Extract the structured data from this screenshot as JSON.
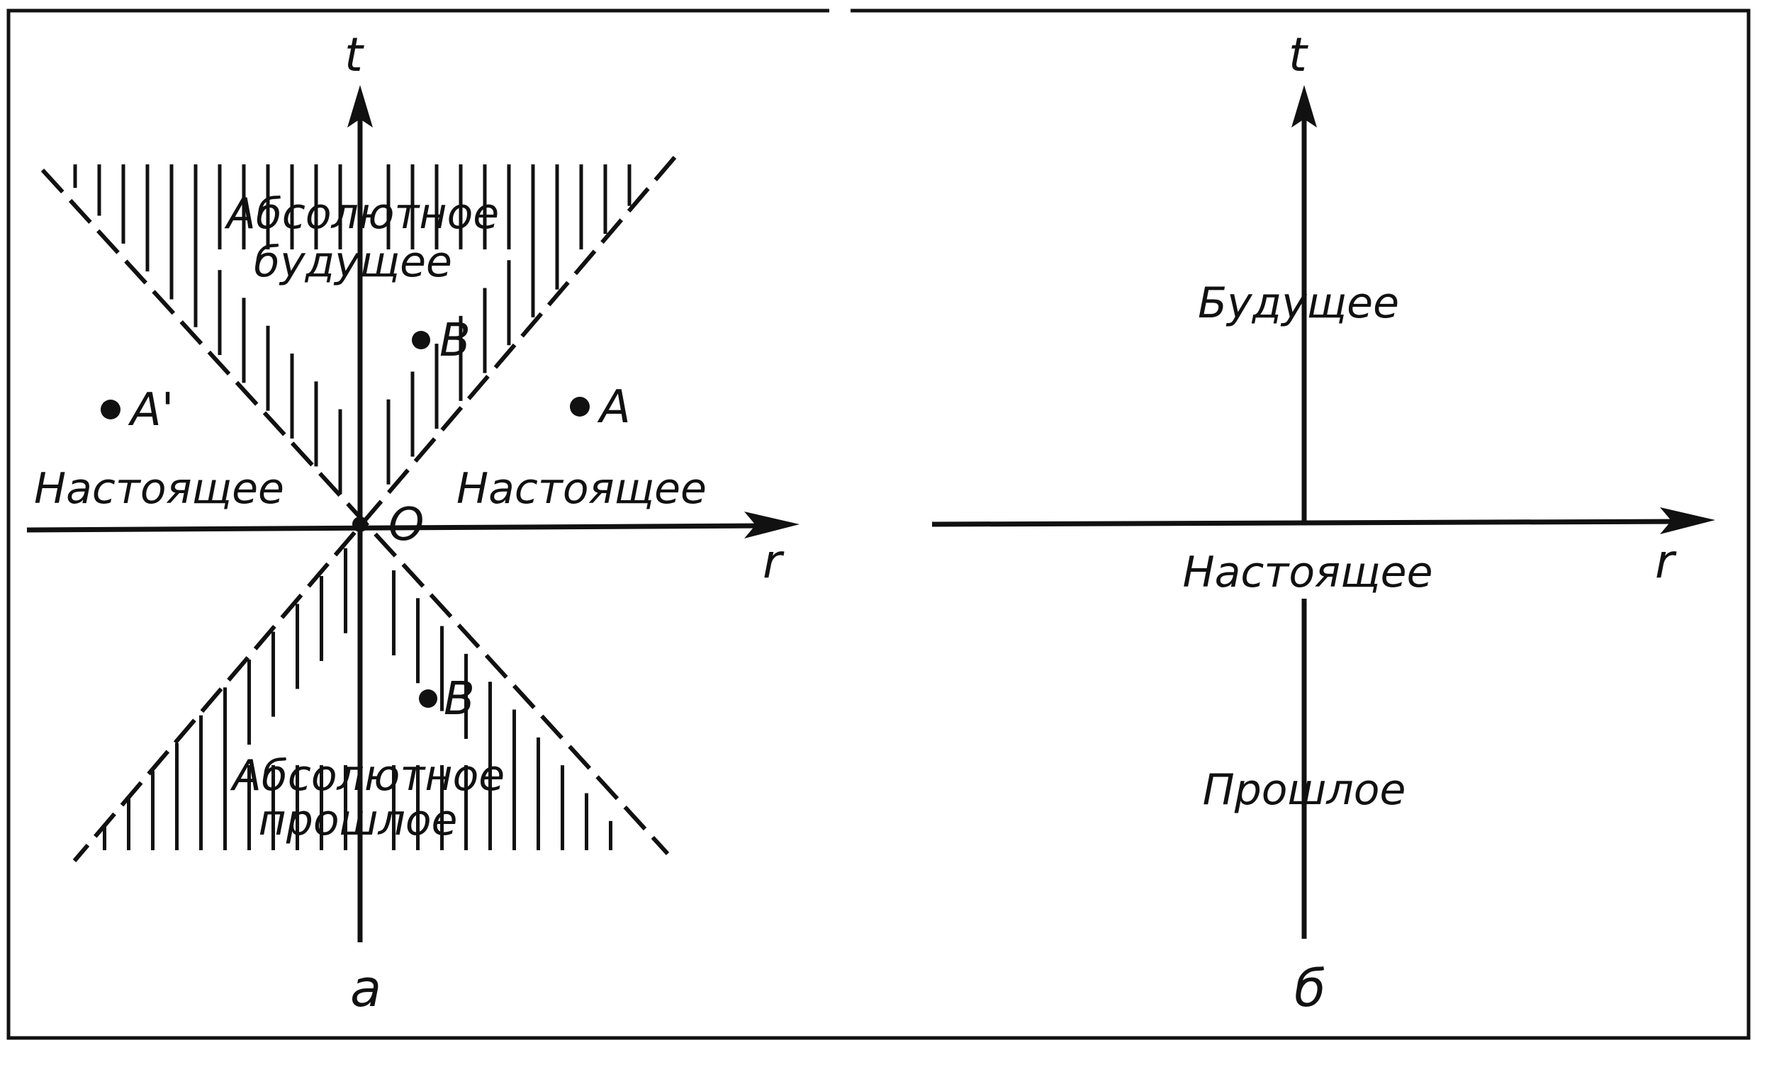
{
  "figure": {
    "panel_a": {
      "t_axis_label": "t",
      "r_axis_label": "r",
      "origin_label": "O",
      "future_line1": "Абсолютное",
      "future_line2": "будущее",
      "past_line1": "Абсолютное",
      "past_line2": "прошлое",
      "present_left": "Настоящее",
      "present_right": "Настоящее",
      "point_a_prime": "A'",
      "point_a": "A",
      "point_b_upper": "B",
      "point_b_lower": "B",
      "caption": "a"
    },
    "panel_b": {
      "t_axis_label": "t",
      "r_axis_label": "r",
      "future": "Будущее",
      "present": "Настоящее",
      "past": "Прошлое",
      "caption": "б"
    }
  }
}
